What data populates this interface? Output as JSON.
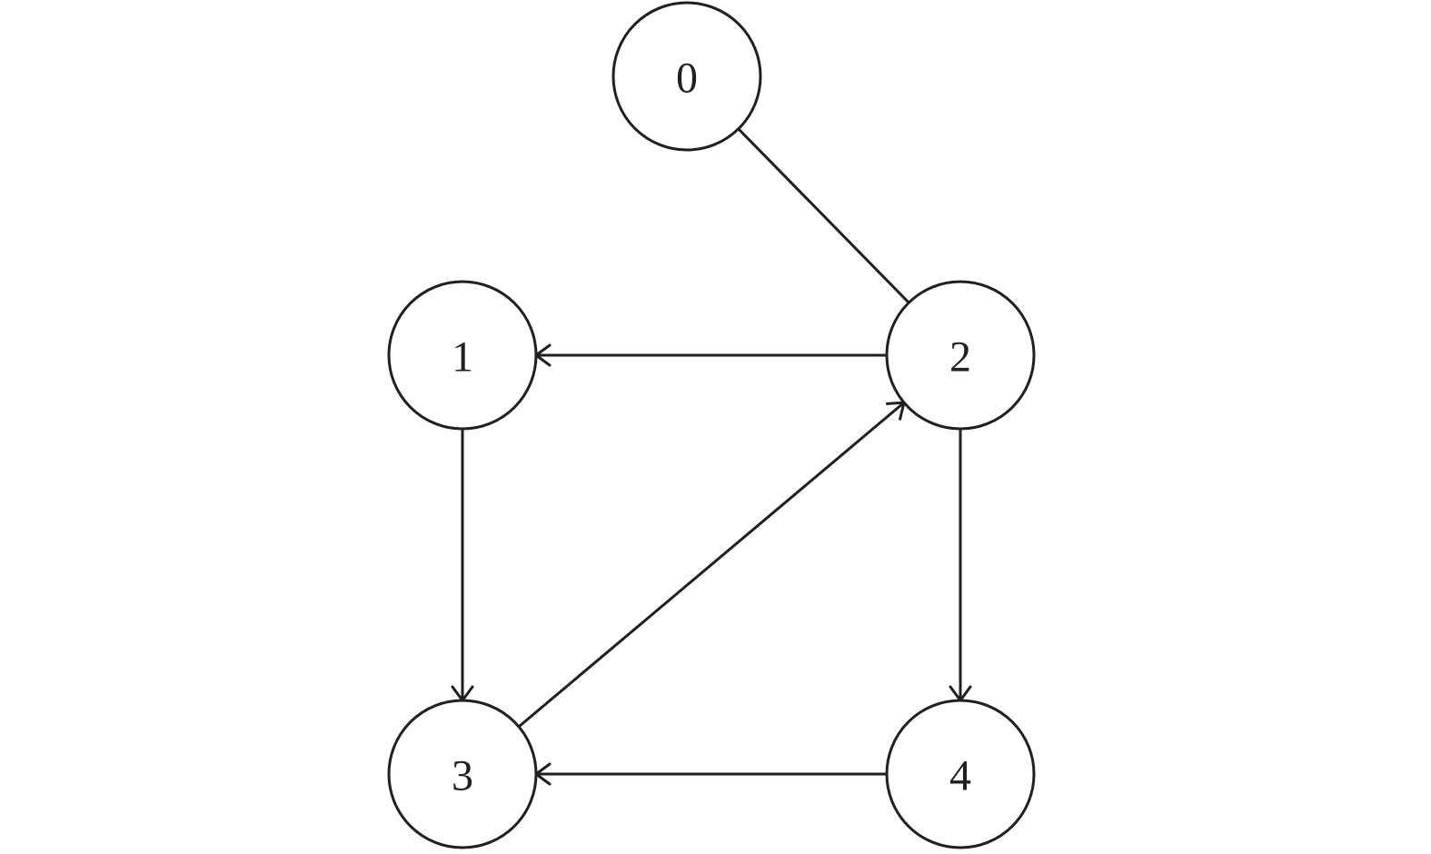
{
  "diagram": {
    "type": "graph",
    "nodes": [
      {
        "id": "0",
        "label": "0"
      },
      {
        "id": "1",
        "label": "1"
      },
      {
        "id": "2",
        "label": "2"
      },
      {
        "id": "3",
        "label": "3"
      },
      {
        "id": "4",
        "label": "4"
      }
    ],
    "edges": [
      {
        "from": "0",
        "to": "2",
        "directed": false
      },
      {
        "from": "2",
        "to": "1",
        "directed": true
      },
      {
        "from": "1",
        "to": "3",
        "directed": true
      },
      {
        "from": "3",
        "to": "2",
        "directed": true
      },
      {
        "from": "2",
        "to": "4",
        "directed": true
      },
      {
        "from": "4",
        "to": "3",
        "directed": true
      }
    ],
    "colors": {
      "stroke": "#231f20",
      "fill": "#ffffff",
      "background": "#ffffff"
    }
  }
}
